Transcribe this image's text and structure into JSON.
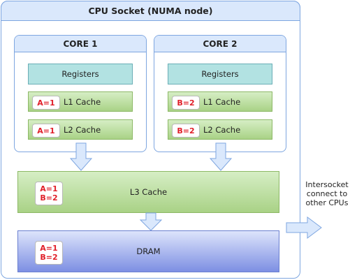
{
  "socket": {
    "title": "CPU Socket (NUMA node)"
  },
  "cores": [
    {
      "title": "CORE 1",
      "registers": "Registers",
      "l1": {
        "tag": "A=1",
        "label": "L1 Cache"
      },
      "l2": {
        "tag": "A=1",
        "label": "L2 Cache"
      }
    },
    {
      "title": "CORE 2",
      "registers": "Registers",
      "l1": {
        "tag": "B=2",
        "label": "L1 Cache"
      },
      "l2": {
        "tag": "B=2",
        "label": "L2 Cache"
      }
    }
  ],
  "l3": {
    "label": "L3 Cache",
    "tags": [
      "A=1",
      "B=2"
    ]
  },
  "dram": {
    "label": "DRAM",
    "tags": [
      "A=1",
      "B=2"
    ]
  },
  "intersocket": {
    "lines": [
      "Intersocket",
      "connect to",
      "other CPUs"
    ]
  },
  "colors": {
    "container_border": "#7EA6E0",
    "header_fill": "#dae8fc",
    "registers_fill": "#b2e2e2",
    "cache_fill": "#a9d286",
    "dram_fill": "#7d8fe3",
    "arrow_fill": "#dae8fc",
    "tag_text": "#e0202a"
  }
}
